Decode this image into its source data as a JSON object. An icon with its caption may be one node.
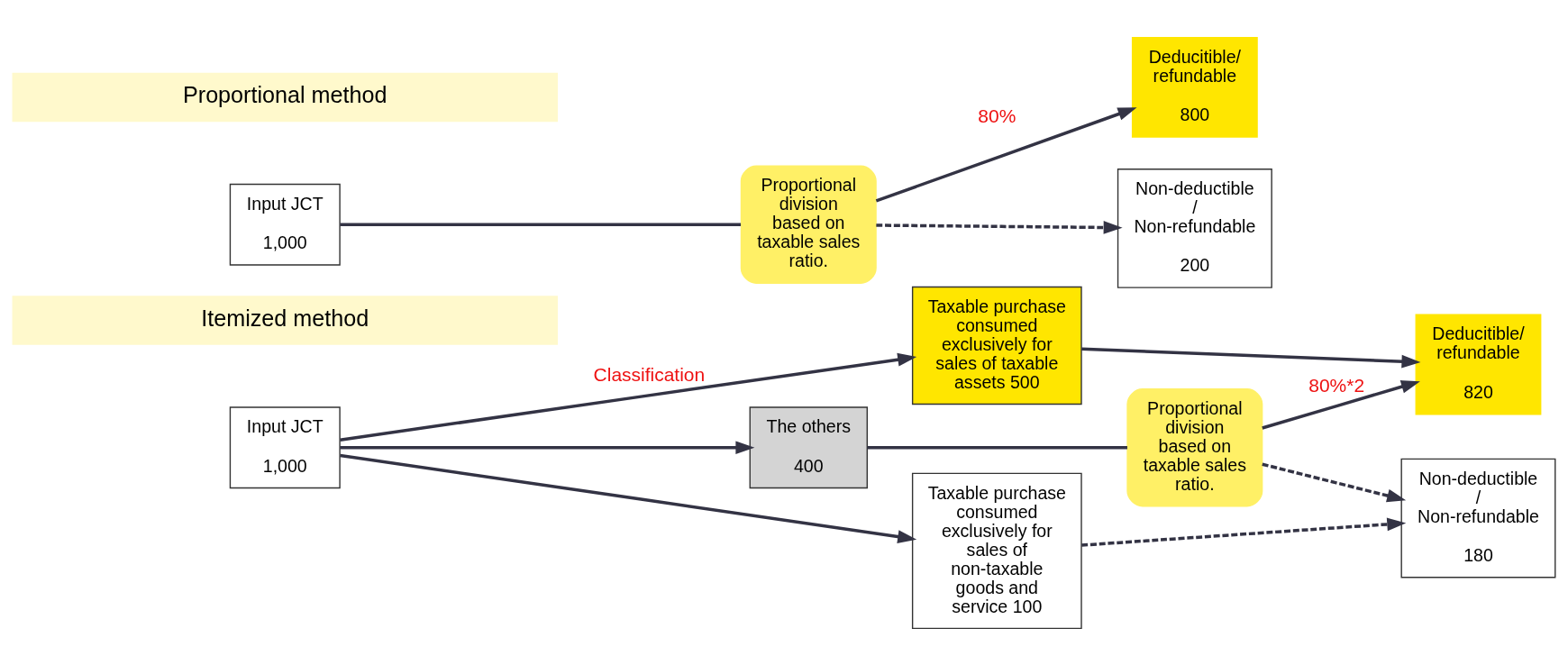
{
  "diagram": {
    "nodes": [
      {
        "text": [
          "Itemized method"
        ]
      },
      {
        "text": [
          "Input JCT",
          "1,000"
        ]
      },
      {
        "text": [
          "Taxable purchase consumed exclusively for sales of taxable assets 500"
        ]
      },
      {
        "text": [
          "The others",
          "400"
        ]
      },
      {
        "text": [
          "Taxable purchase consumed exclusively for sales of non-taxable goods and service 100"
        ]
      },
      {
        "text": [
          "Proportional division based on taxable sales ratio."
        ]
      },
      {
        "text": [
          "Deducitible/ refundable",
          "820"
        ]
      },
      {
        "text": [
          "Non-deductible / Non-refundable",
          "180"
        ]
      },
      {
        "text": [
          "Proportional method"
        ]
      },
      {
        "text": [
          "Input JCT",
          "1,000"
        ]
      },
      {
        "text": [
          "Proportional division based on taxable sales ratio."
        ]
      },
      {
        "text": [
          "Deducitible/ refundable",
          "800"
        ]
      },
      {
        "text": [
          "Non-deductible / Non-refundable",
          "200"
        ]
      }
    ],
    "edges": [
      {
        "from": 1,
        "to": 2,
        "arrow": "to",
        "label": "Classification"
      },
      {
        "from": 1,
        "to": 3,
        "arrow": "to"
      },
      {
        "from": 1,
        "to": 4,
        "arrow": "to"
      },
      {
        "from": 2,
        "to": 6,
        "arrow": "to"
      },
      {
        "from": 3,
        "to": 5,
        "arrow": "none"
      },
      {
        "from": 5,
        "to": 6,
        "arrow": "to",
        "label": "80%*2"
      },
      {
        "from": 5,
        "to": 7,
        "arrow": "to",
        "style": "dashed"
      },
      {
        "from": 4,
        "to": 7,
        "arrow": "to",
        "style": "dashed"
      },
      {
        "from": 9,
        "to": 10,
        "arrow": "none"
      },
      {
        "from": 10,
        "to": 11,
        "arrow": "to",
        "label": "80%"
      },
      {
        "from": 10,
        "to": 12,
        "arrow": "to",
        "style": "dashed"
      }
    ]
  }
}
